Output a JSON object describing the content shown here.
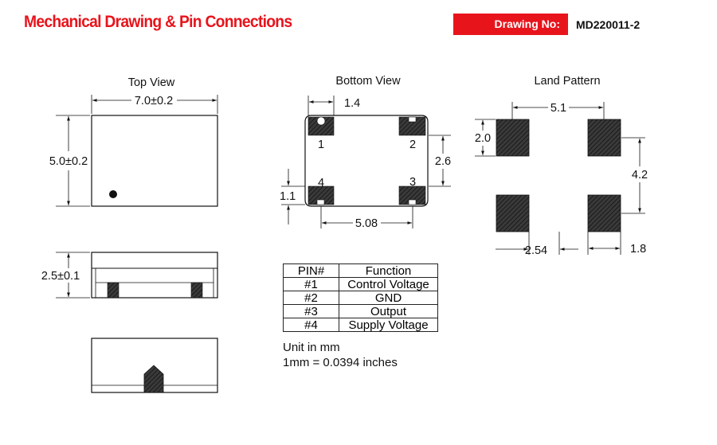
{
  "header": {
    "title": "Mechanical Drawing & Pin Connections",
    "drawing_no_label": "Drawing No:",
    "drawing_no": "MD220011-2"
  },
  "views": {
    "top": "Top View",
    "bottom": "Bottom View",
    "land": "Land Pattern"
  },
  "dimensions": {
    "top_width": "7.0±0.2",
    "top_height": "5.0±0.2",
    "side_height": "2.5±0.1",
    "bottom_pad_width": "1.4",
    "bottom_pad_height": "1.1",
    "bottom_pad_pitch_y": "2.6",
    "bottom_pad_pitch_x": "5.08",
    "land_spacing_x": "5.1",
    "land_pad_height": "2.0",
    "land_spacing_y": "4.2",
    "land_gap": "2.54",
    "land_pad_width": "1.8"
  },
  "pin_labels": {
    "p1": "1",
    "p2": "2",
    "p3": "3",
    "p4": "4"
  },
  "pin_table": {
    "headers": [
      "PIN#",
      "Function"
    ],
    "rows": [
      {
        "pin": "#1",
        "function": "Control Voltage"
      },
      {
        "pin": "#2",
        "function": "GND"
      },
      {
        "pin": "#3",
        "function": "Output"
      },
      {
        "pin": "#4",
        "function": "Supply Voltage"
      }
    ]
  },
  "notes": {
    "unit": "Unit in mm",
    "conversion": "1mm = 0.0394 inches"
  },
  "colors": {
    "brand": "#e8141c",
    "pad": "#333333"
  }
}
